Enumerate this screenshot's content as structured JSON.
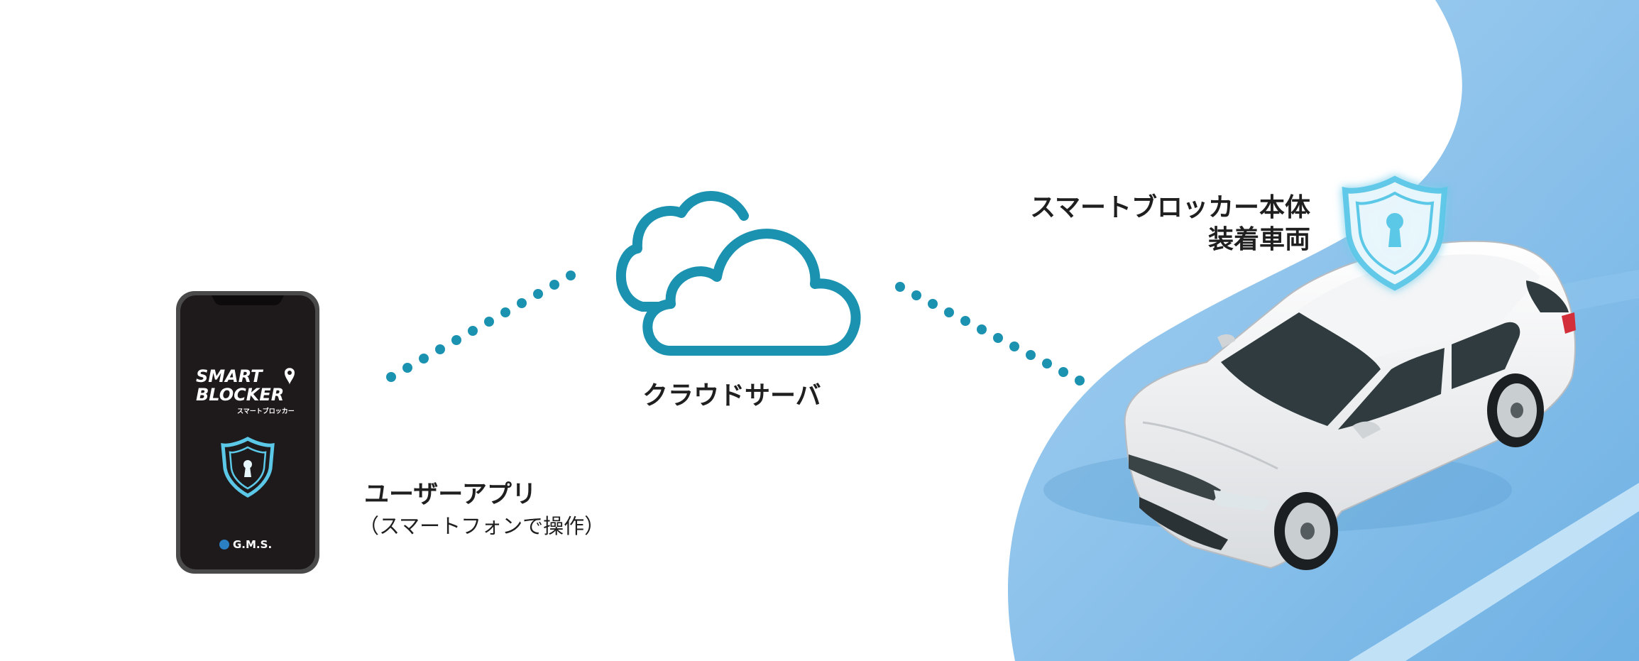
{
  "cloud": {
    "label": "クラウドサーバ"
  },
  "user_app": {
    "label": "ユーザーアプリ",
    "sublabel": "（スマートフォンで操作）"
  },
  "car": {
    "label_line1": "スマートブロッカー本体",
    "label_line2": "装着車両"
  },
  "phone_screen": {
    "logo_line1": "SMART",
    "logo_line2": "BLOCKER",
    "logo_kana": "スマートブロッカー",
    "brand": "G.M.S."
  },
  "colors": {
    "connector_dots": "#1a92b0",
    "cloud_stroke": "#1a92b0",
    "road_blue": "#7cbbe8",
    "road_light": "#b8dcf5",
    "phone_screen": "#1e1a1b",
    "shield_glow": "#5cc8e8"
  },
  "icons": [
    "cloud-icon",
    "smartphone-icon",
    "shield-lock-icon",
    "car-icon"
  ]
}
